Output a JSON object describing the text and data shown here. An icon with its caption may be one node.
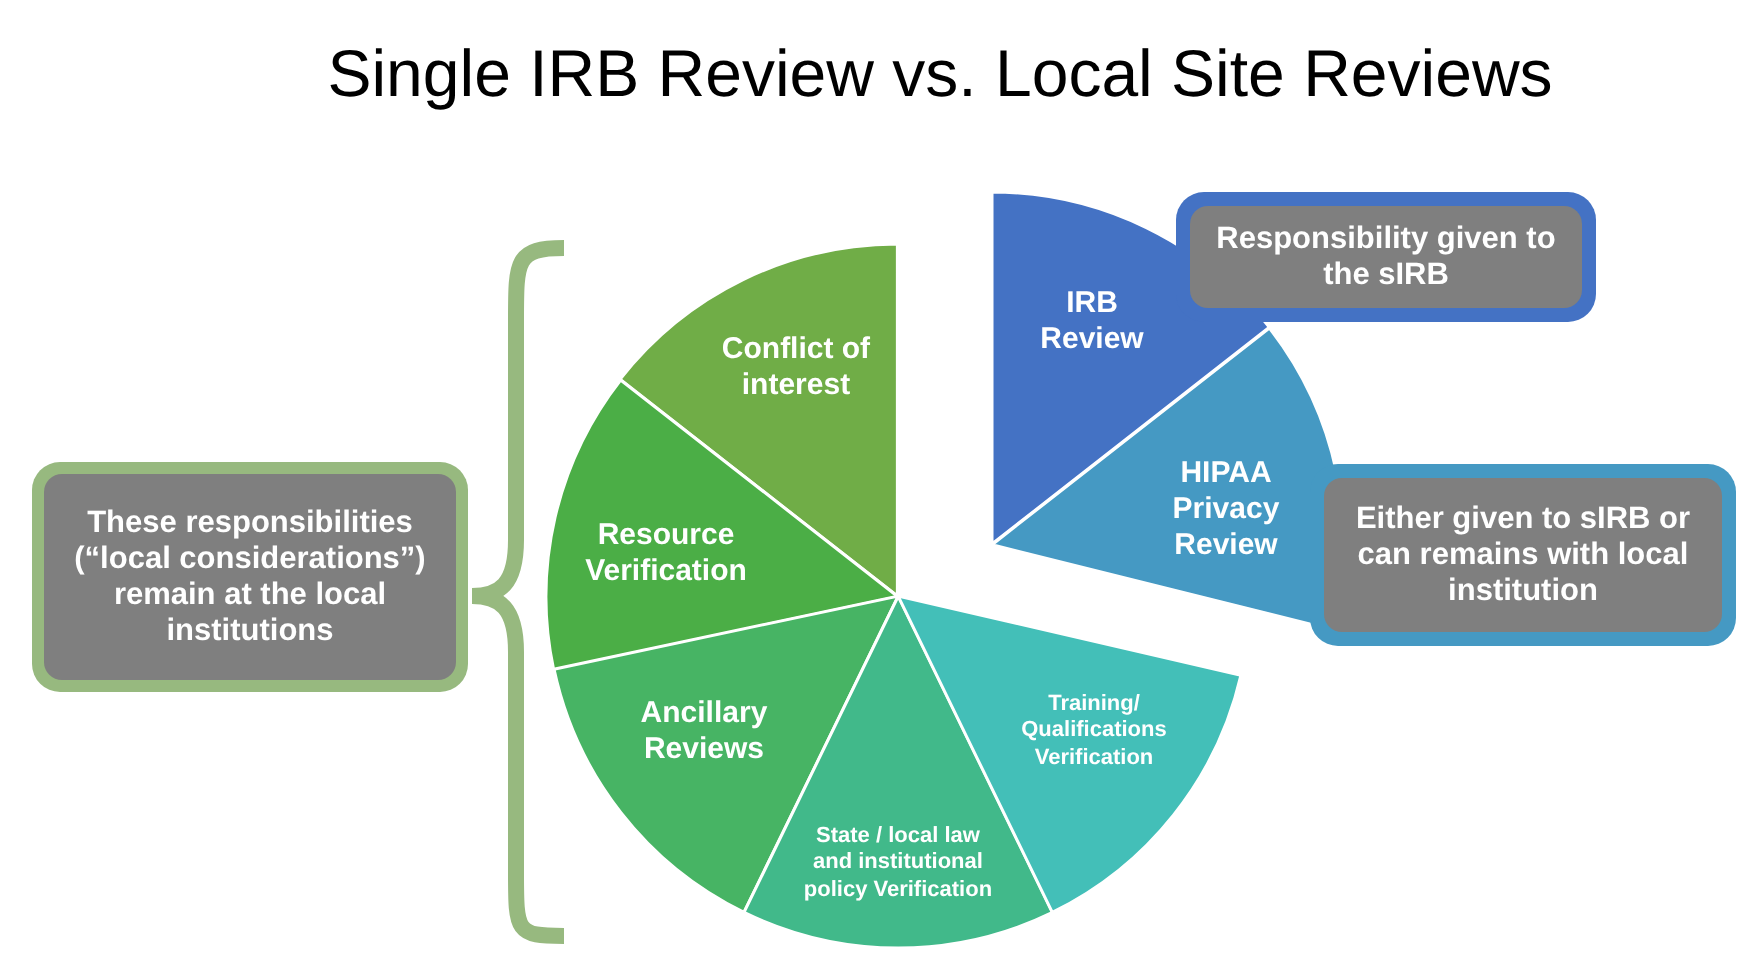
{
  "diagram": {
    "title": "Single IRB Review vs. Local Site Reviews",
    "nodes": [
      {
        "text": [
          "These responsibilities (“local considerations”) remain at the local institutions"
        ]
      },
      {
        "text": [
          "Conflict of interest"
        ]
      },
      {
        "text": [
          "Resource Verification"
        ]
      },
      {
        "text": [
          "Ancillary Reviews"
        ]
      },
      {
        "text": [
          "State / local law and institutional policy Verification"
        ]
      },
      {
        "text": [
          "Training/ Qualifications Verification"
        ]
      },
      {
        "text": [
          "IRB Review"
        ]
      },
      {
        "text": [
          "HIPAA Privacy Review"
        ]
      },
      {
        "text": [
          "Responsibility given to the sIRB"
        ]
      },
      {
        "text": [
          "Either given to sIRB or can remains with local institution"
        ]
      }
    ]
  }
}
